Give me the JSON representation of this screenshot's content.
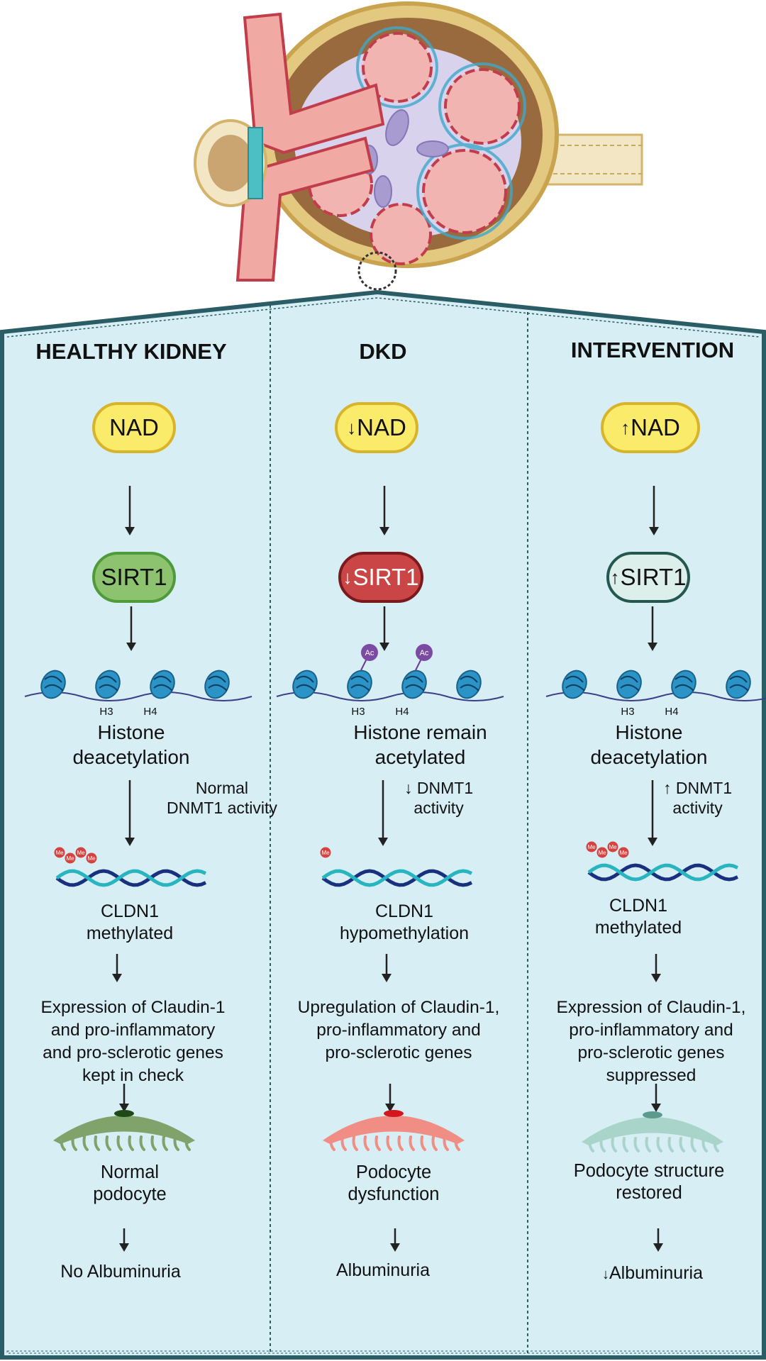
{
  "columns": [
    {
      "title": "HEALTHY KIDNEY",
      "nad": "NAD",
      "nad_arrow": "",
      "sirt1": "SIRT1",
      "sirt1_arrow": "",
      "histone_labels": [
        "H3",
        "H4"
      ],
      "histone_state": "Histone\ndeacetylation",
      "dnmt1_arrow": "",
      "dnmt1": "Normal\nDNMT1 activity",
      "cldn1": "CLDN1\nmethylated",
      "expression": "Expression of Claudin-1\nand pro-inflammatory\nand pro-sclerotic genes\nkept in check",
      "podocyte": "Normal\npodocyte",
      "outcome_arrow": "",
      "outcome": "No Albuminuria"
    },
    {
      "title": "DKD",
      "nad": "NAD",
      "nad_arrow": "↓",
      "sirt1": "SIRT1",
      "sirt1_arrow": "↓",
      "histone_labels": [
        "H3",
        "H4"
      ],
      "acetyl_mark": "Ac",
      "histone_state": "Histone remain\nacetylated",
      "dnmt1_arrow": "↓",
      "dnmt1": "DNMT1\nactivity",
      "cldn1": "CLDN1\nhypomethylation",
      "expression": "Upregulation of Claudin-1,\npro-inflammatory and\npro-sclerotic genes",
      "podocyte": "Podocyte\ndysfunction",
      "outcome_arrow": "",
      "outcome": "Albuminuria"
    },
    {
      "title": "INTERVENTION",
      "nad": "NAD",
      "nad_arrow": "↑",
      "sirt1": "SIRT1",
      "sirt1_arrow": "↑",
      "histone_labels": [
        "H3",
        "H4"
      ],
      "histone_state": "Histone\ndeacetylation",
      "dnmt1_arrow": "↑",
      "dnmt1": "DNMT1\nactivity",
      "cldn1": "CLDN1\nmethylated",
      "expression": "Expression of Claudin-1,\npro-inflammatory and\npro-sclerotic genes\nsuppressed",
      "podocyte": "Podocyte structure\nrestored",
      "outcome_arrow": "↓",
      "outcome": "Albuminuria"
    }
  ],
  "methyl_mark": "Me",
  "colors": {
    "panel_bg": "#d7eef5",
    "panel_border": "#2b5d66",
    "nad_fill": "#fbeb6a",
    "nad_border": "#d8b42a",
    "sirt1_healthy_fill": "#8dc36f",
    "sirt1_healthy_border": "#4f9a3a",
    "sirt1_dkd_fill": "#c94546",
    "sirt1_dkd_border": "#7b1a1c",
    "sirt1_intervention_fill": "#dcefeb",
    "sirt1_intervention_border": "#24584f",
    "podocyte_healthy": "#7fa36b",
    "podocyte_dkd": "#f08d85",
    "podocyte_intervention": "#a9d4c9",
    "nucleosome": "#2b93c6",
    "dna_outer": "#19307f",
    "dna_inner": "#29b5c0",
    "methyl": "#d6423f",
    "acetyl": "#7b4aa3"
  }
}
